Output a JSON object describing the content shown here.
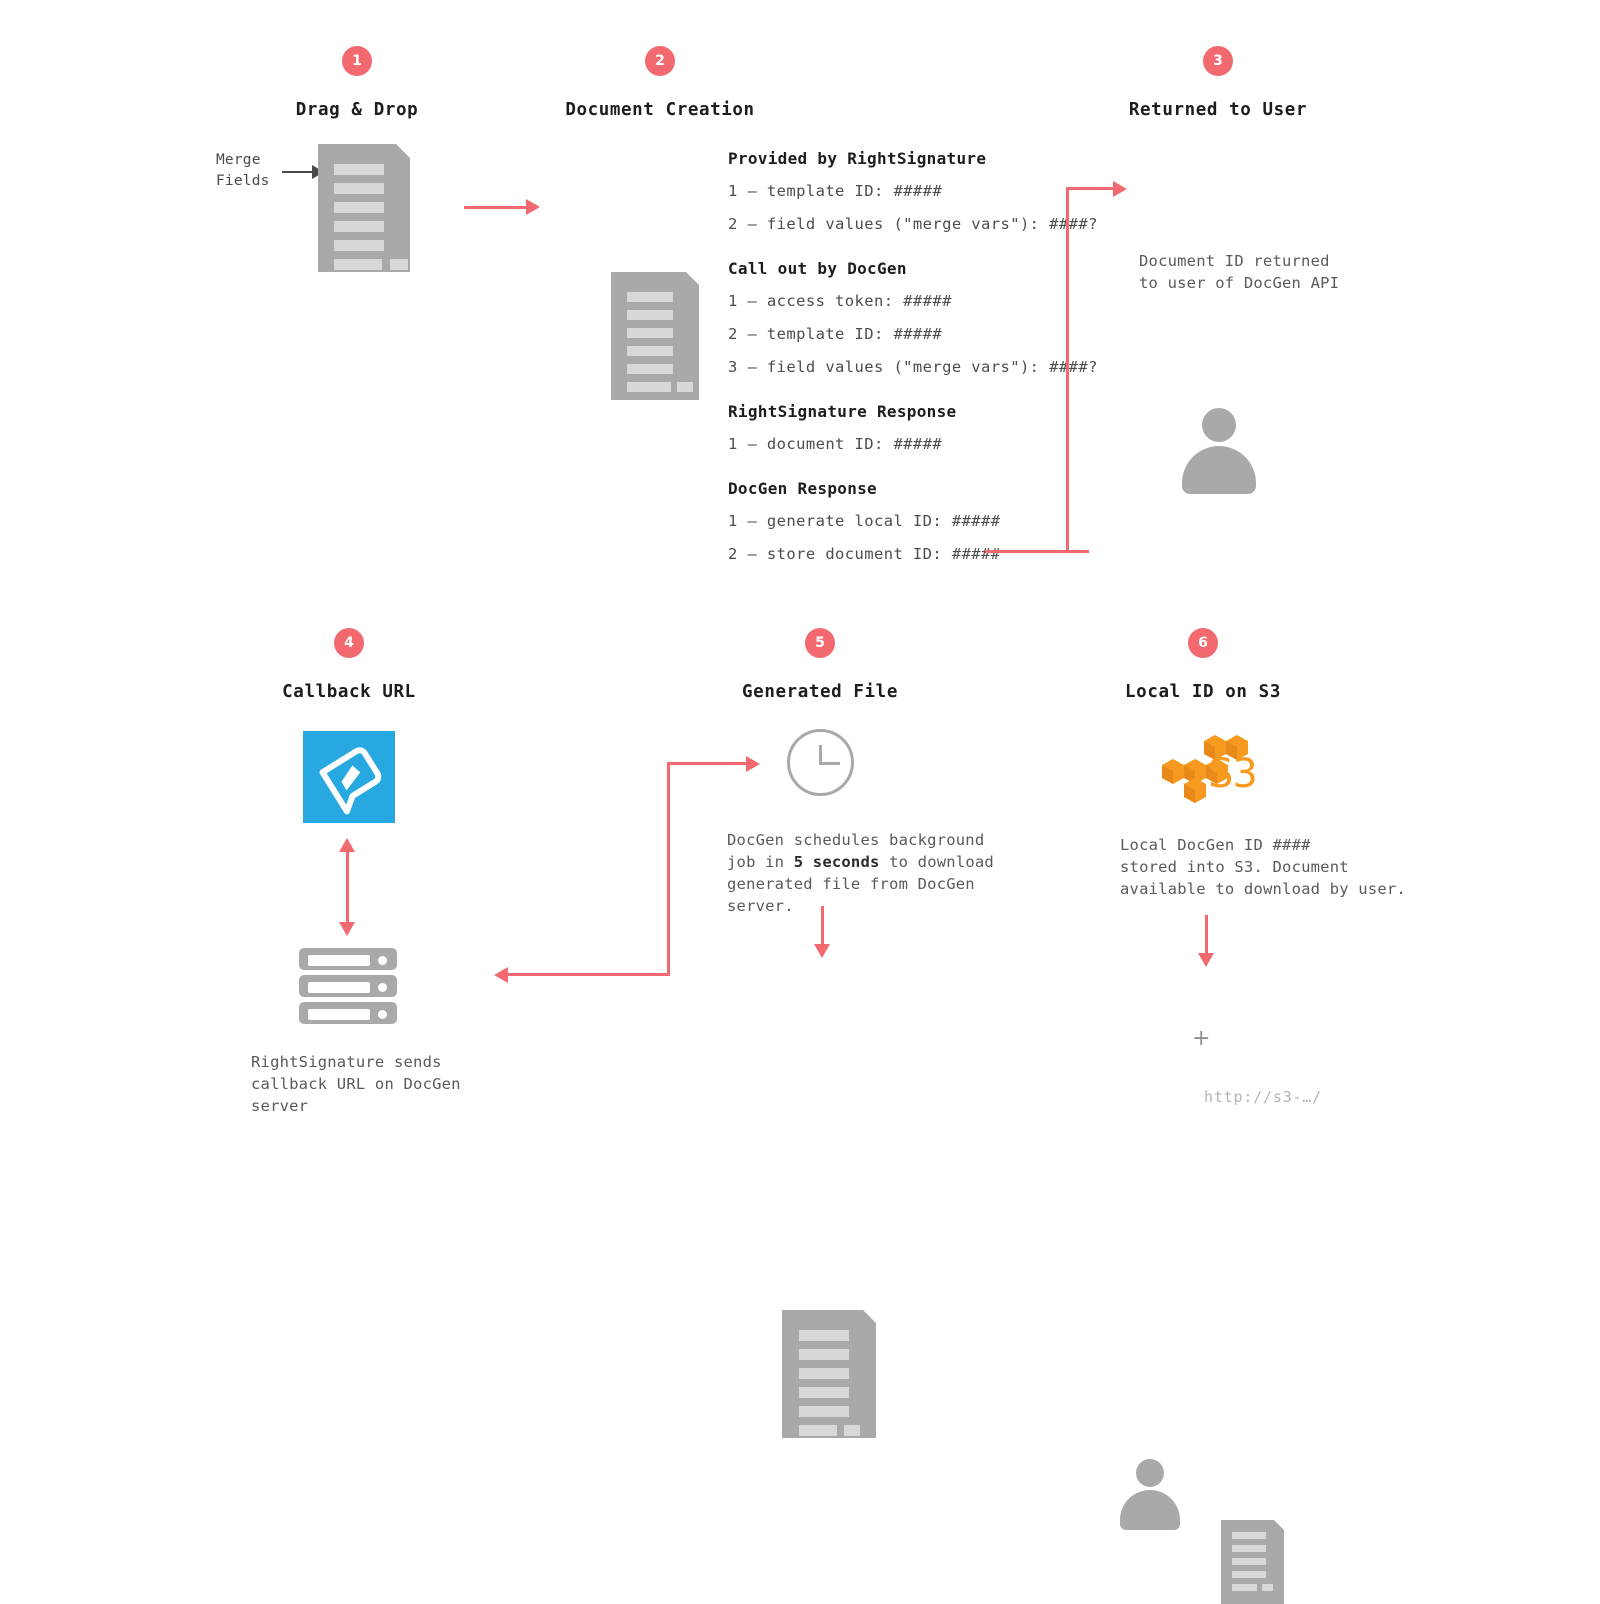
{
  "colors": {
    "accent_red": "#f2696f",
    "doc_gray": "#a9a9a9",
    "doc_bar_gray": "#d8d8d8",
    "rs_blue": "#28a8e0",
    "s3_orange": "#f79a1f",
    "text_dark": "#1d1d1d",
    "text_body": "#5a5a5a",
    "url_gray": "#b4b4b4",
    "background": "#ffffff"
  },
  "steps": [
    {
      "number": "1",
      "title": "Drag & Drop",
      "annotation": "Merge\nFields",
      "annotation_line1": "Merge",
      "annotation_line2": "Fields",
      "icon": "document-icon"
    },
    {
      "number": "2",
      "title": "Document Creation",
      "icon": "document-icon",
      "groups": [
        {
          "heading": "Provided by RightSignature",
          "items": [
            "1 – template ID: #####",
            "2 – field values (\"merge vars\"): ####?"
          ]
        },
        {
          "heading": "Call out by DocGen",
          "items": [
            "1 – access token: #####",
            "2 – template ID: #####",
            "3 – field values (\"merge vars\"): ####?"
          ]
        },
        {
          "heading": "RightSignature Response",
          "items": [
            "1 – document ID: #####"
          ]
        },
        {
          "heading": "DocGen Response",
          "items": [
            "1 – generate local ID: #####",
            "2 – store document ID: #####"
          ]
        }
      ]
    },
    {
      "number": "3",
      "title": "Returned to User",
      "icon": "person-icon",
      "caption_line1": "Document ID returned",
      "caption_line2": "to user of DocGen API"
    },
    {
      "number": "4",
      "title": "Callback URL",
      "icon": "rightsignature-logo-icon",
      "icon2": "server-icon",
      "caption_line1": "RightSignature sends",
      "caption_line2": "callback URL on DocGen",
      "caption_line3": "server"
    },
    {
      "number": "5",
      "title": "Generated File",
      "icon": "clock-icon",
      "icon2": "document-icon",
      "caption_line1": "DocGen schedules background",
      "caption_pre": "job in ",
      "caption_bold": "5 seconds",
      "caption_post": " to download",
      "caption_line3": "generated file from DocGen",
      "caption_line4": "server."
    },
    {
      "number": "6",
      "title": "Local ID on S3",
      "icon": "aws-s3-icon",
      "s3_label": "S3",
      "caption_line1": "Local DocGen ID ####",
      "caption_line2": "stored into S3. Document",
      "caption_line3": "available to download by user.",
      "plus": "+",
      "url": "http://s3-…/"
    }
  ]
}
